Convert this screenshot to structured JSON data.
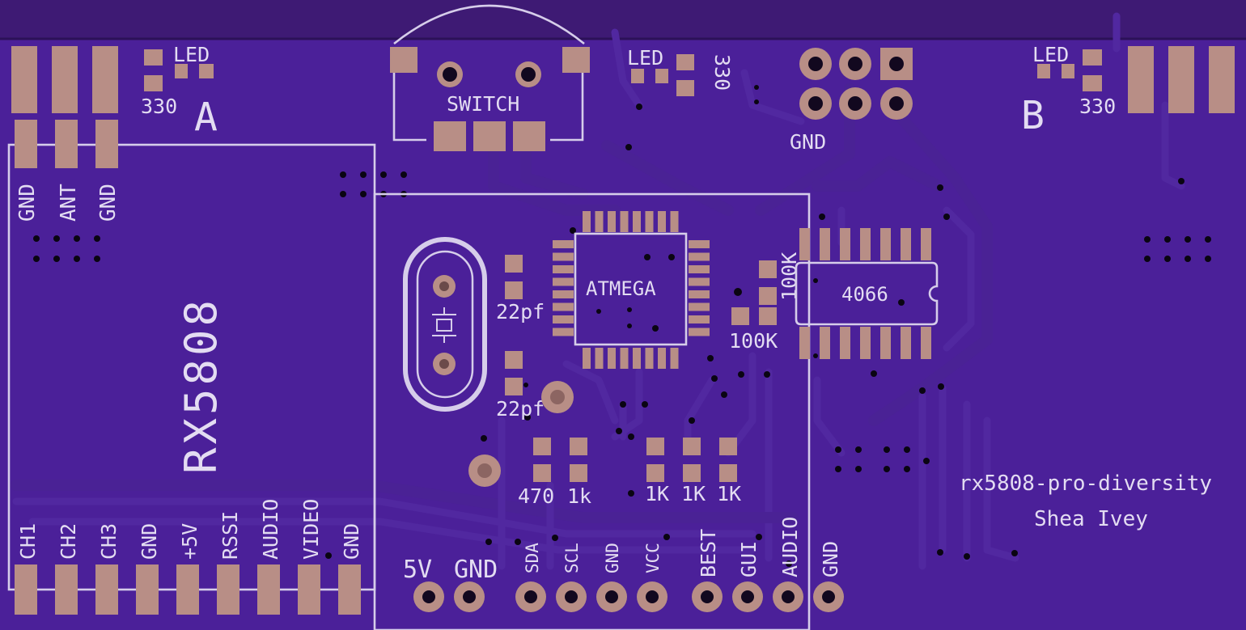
{
  "board": {
    "colors": {
      "background": "#3e1a74",
      "board": "#4b2099",
      "trace": "#5128a0",
      "pad": "#b88e86",
      "silkscreen": "#e3dcf2"
    },
    "module_label": "RX5808",
    "led_a": {
      "led": "LED",
      "resistor": "330",
      "letter": "A"
    },
    "led_switch": {
      "led": "LED",
      "resistor": "330"
    },
    "led_b": {
      "led": "LED",
      "resistor": "330",
      "letter": "B"
    },
    "switch_label": "SWITCH",
    "gnd_header_label": "GND",
    "mcu_label": "ATMEGA",
    "cap1_label": "22pf",
    "cap2_label": "22pf",
    "res_100k_a": "100K",
    "res_100k_b": "100K",
    "switch_ic_label": "4066",
    "res_470": "470",
    "res_1k_small": "1k",
    "res_1k_a": "1K",
    "res_1k_b": "1K",
    "res_1k_c": "1K",
    "title": "rx5808-pro-diversity",
    "author": "Shea Ivey",
    "top_pins": [
      "GND",
      "ANT",
      "GND"
    ],
    "bottom_pins": [
      "CH1",
      "CH2",
      "CH3",
      "GND",
      "+5V",
      "RSSI",
      "AUDIO",
      "VIDEO",
      "GND"
    ],
    "power_labels": [
      "5V",
      "GND"
    ],
    "i2c_labels": [
      "SDA",
      "SCL",
      "GND",
      "VCC"
    ],
    "out_labels": [
      "BEST",
      "GUI",
      "AUDIO",
      "GND"
    ]
  }
}
